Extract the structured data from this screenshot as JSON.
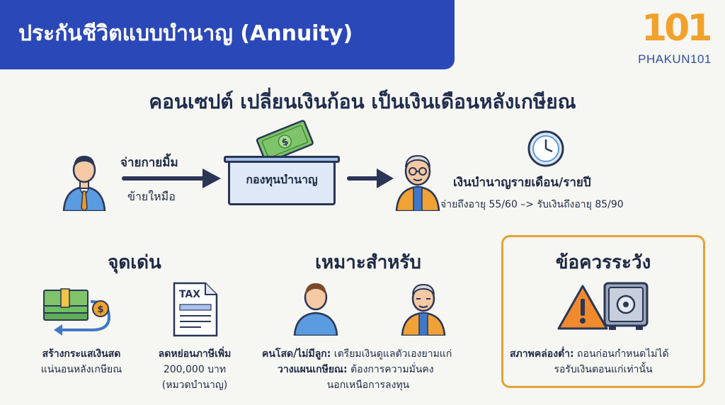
{
  "header": {
    "title": "ประกันชีวิตแบบบำนาญ (Annuity)",
    "logo_number": "101",
    "logo_text": "PHAKUN101"
  },
  "concept": {
    "title": "คอนเซปต์ เปลี่ยนเงินก้อน เป็นเงินเดือนหลังเกษียณ"
  },
  "flow": {
    "pay_label": "จ่ายกายมิ้ม",
    "pay_sub": "ข้ายใหมือ",
    "fund_label": "กองทุนบำนาญ",
    "annuity_title": "เงินบำนาญรายเดือน/รายปี",
    "annuity_sub": "จ่ายถึงอายุ 55/60 –> รับเงินถึงอายุ 85/90"
  },
  "highlights": {
    "heading": "จุดเด่น",
    "item1_title": "สร้างกระแสเงินสด",
    "item1_desc": "แน่นอนหลังเกษียณ",
    "item2_title": "ลดหย่อนภาษีเพิ่ม",
    "item2_line2": "200,000 บาท",
    "item2_line3": "(หมวดบำนาญ)",
    "tax_icon_text": "TAX"
  },
  "suitable": {
    "heading": "เหมาะสำหรับ",
    "line1_bold": "คนโสด/ไม่มีลูก:",
    "line1_rest": " เตรียมเงินดูแลตัวเองยามแก่",
    "line2_bold": "วางแผนเกษียณ:",
    "line2_rest": " ต้องการความมั่นคง",
    "line3": "นอกเหนือการลงทุน"
  },
  "caution": {
    "heading": "ข้อควรระวัง",
    "line1_bold": "สภาพคล่องต่ำ:",
    "line1_rest": " ถอนก่อนกำหนดไม่ได้",
    "line2": "รอรับเงินตอนแก่เท่านั้น"
  },
  "colors": {
    "banner": "#2b48b8",
    "accent_orange": "#e4a233",
    "dark_navy": "#1e2a44"
  }
}
